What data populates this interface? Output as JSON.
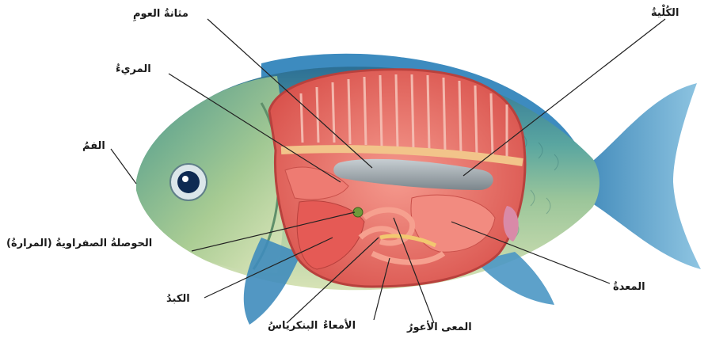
{
  "diagram": {
    "labels": {
      "swim_bladder": "مثانةُ العومِ",
      "kidney": "الكُلْيةُ",
      "esophagus": "المريءُ",
      "mouth": "الفمُ",
      "gallbladder": "الحوصلةُ الصفراويةُ (المرارةُ)",
      "liver": "الكبدُ",
      "stomach": "المعدةُ",
      "pancreas": "البنكرياسُ",
      "intestines": "الأمعاءُ",
      "cecum": "المعى الأعورُ"
    },
    "colors": {
      "fish_body_top": "#2f7fa8",
      "fish_body_mid": "#7fb89a",
      "fish_body_belly": "#d7e2b0",
      "fin": "#3f8fc0",
      "cavity_bg": "#e86b63",
      "cavity_edge": "#c93c3c",
      "organ_pink": "#f08a80",
      "swim_bladder": "#9aa3a8",
      "leader_line": "#222222"
    }
  }
}
